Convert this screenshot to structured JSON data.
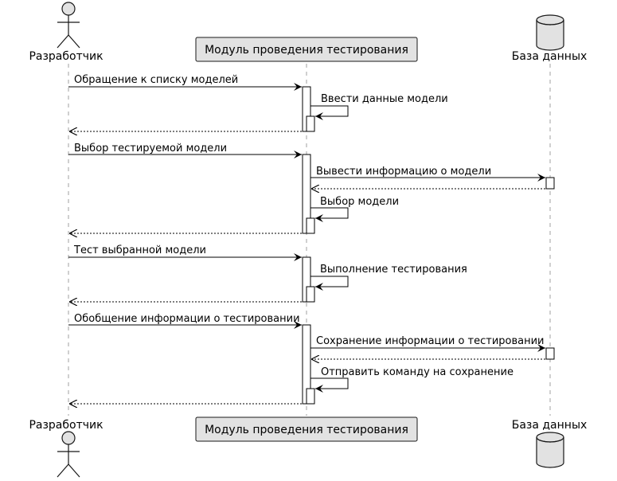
{
  "participants": {
    "developer": "Разработчик",
    "module": "Модуль проведения тестирования",
    "database": "База данных"
  },
  "messages": [
    "Обращение к списку моделей",
    "Ввести данные модели",
    "Выбор тестируемой модели",
    "Вывести информацию о модели",
    "Выбор модели",
    "Тест выбранной модели",
    "Выполнение тестирования",
    "Обобщение информации о тестировании",
    "Сохранение информации о тестировании",
    "Отправить команду на сохранение"
  ]
}
